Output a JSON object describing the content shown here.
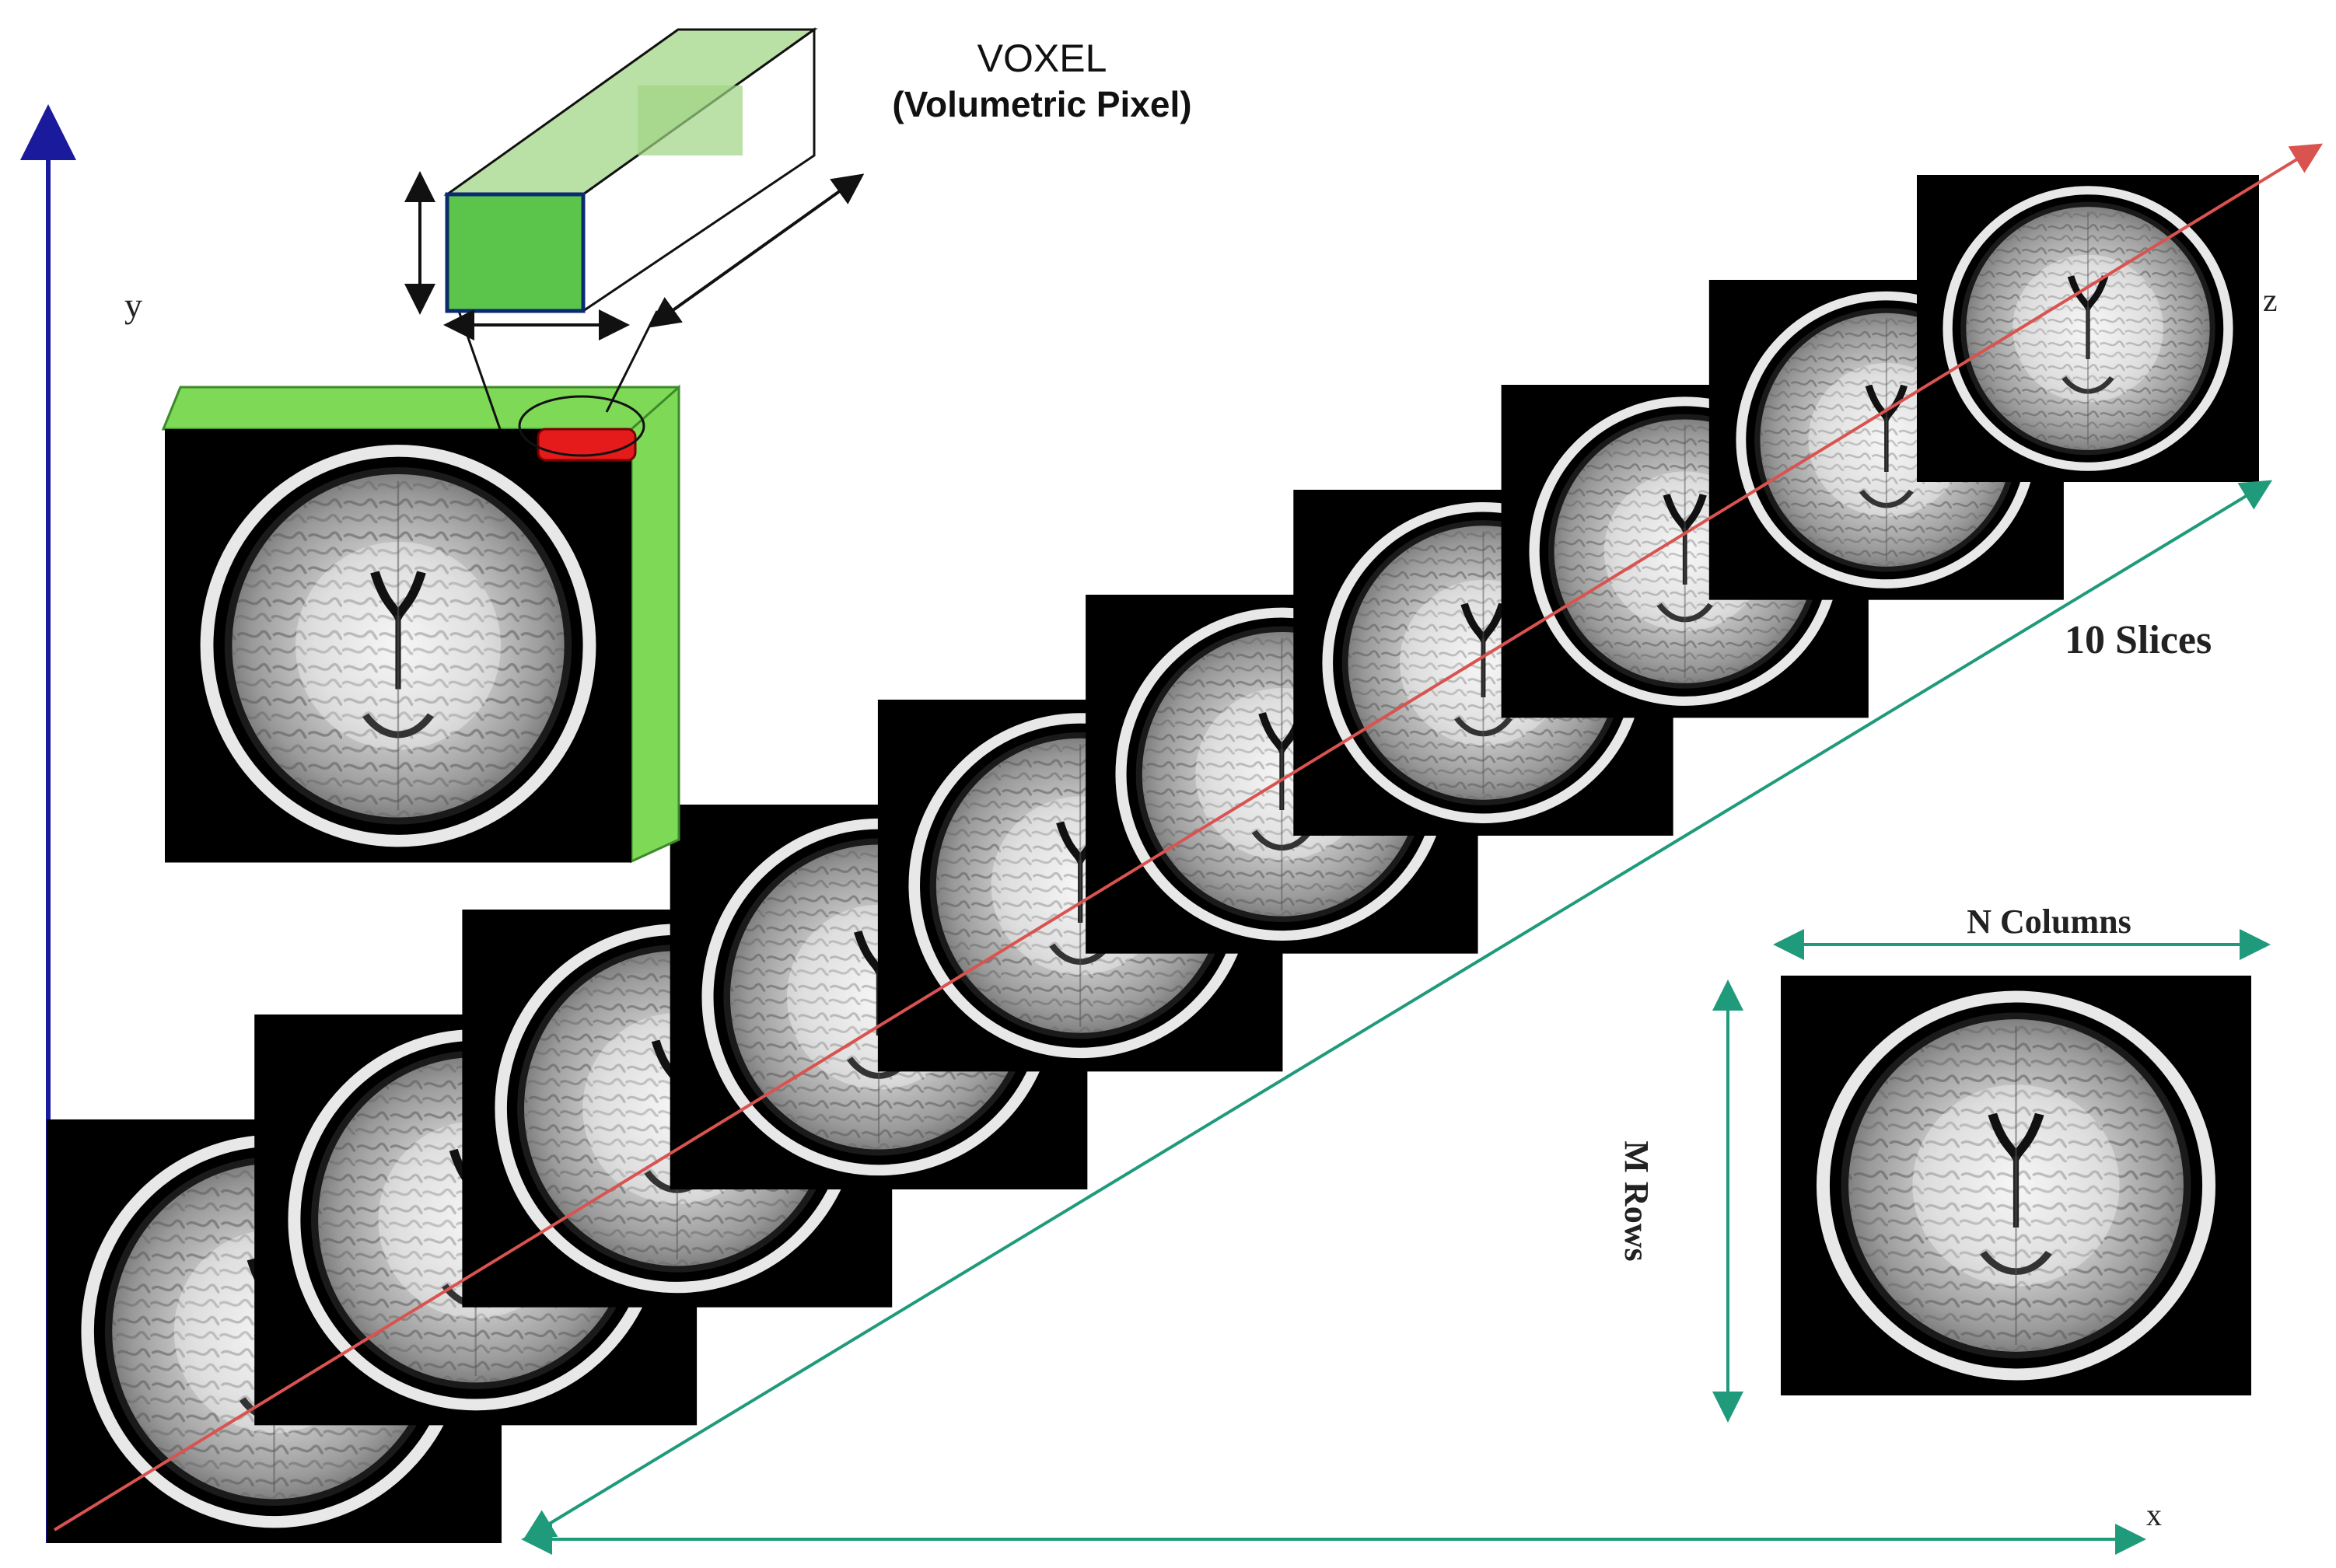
{
  "title": {
    "line1": "VOXEL",
    "line2": "(Volumetric Pixel)"
  },
  "axes": {
    "y_label": "y",
    "x_label": "x",
    "z_label": "z"
  },
  "annotations": {
    "slices_label": "10 Slices",
    "columns_label": "N Columns",
    "rows_label": "M Rows"
  },
  "slice_count": 10,
  "colors": {
    "voxel_green": "#5bc44a",
    "voxel_light_green": "#b9e0a5",
    "slab_green": "#7ed957",
    "highlight_red": "#e51b1b",
    "axis_blue": "#1a1a9c",
    "axis_teal": "#1f9a7a",
    "z_axis_red": "#d9534f"
  },
  "icons": {
    "mri_slice": "brain-mri-slice-icon",
    "voxel_cube": "voxel-cube-icon"
  }
}
